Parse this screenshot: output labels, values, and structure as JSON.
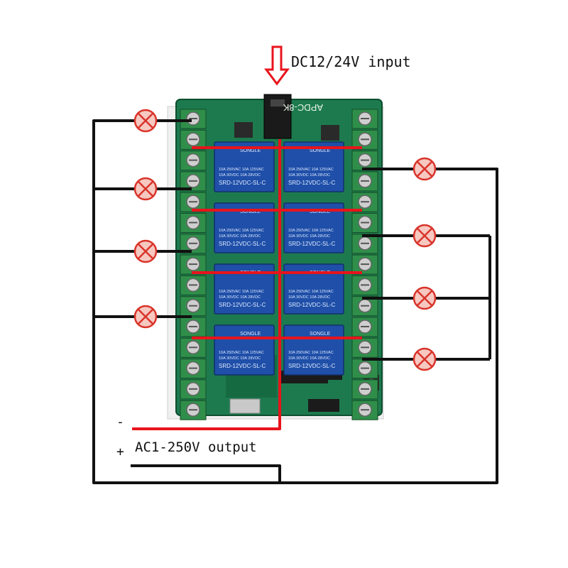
{
  "labels": {
    "input": "DC12/24V input",
    "output": "AC1-250V output",
    "minus": "-",
    "plus": "+"
  },
  "board": {
    "model": "APDC-8K"
  },
  "relays": [
    {
      "brand": "SONGLE",
      "rating1": "10A 250VAC  10A 125VAC",
      "rating2": "10A 30VDC  10A 28VDC",
      "model": "SRD-12VDC-SL-C"
    },
    {
      "brand": "SONGLE",
      "rating1": "10A 250VAC  10A 125VAC",
      "rating2": "10A 30VDC  10A 28VDC",
      "model": "SRD-12VDC-SL-C"
    },
    {
      "brand": "SONGLE",
      "rating1": "10A 250VAC  10A 125VAC",
      "rating2": "10A 30VDC  10A 28VDC",
      "model": "SRD-12VDC-SL-C"
    },
    {
      "brand": "SONGLE",
      "rating1": "10A 250VAC  10A 125VAC",
      "rating2": "10A 30VDC  10A 28VDC",
      "model": "SRD-12VDC-SL-C"
    },
    {
      "brand": "SONGLE",
      "rating1": "10A 250VAC  10A 125VAC",
      "rating2": "10A 30VDC  10A 28VDC",
      "model": "SRD-12VDC-SL-C"
    },
    {
      "brand": "SONGLE",
      "rating1": "10A 250VAC  10A 125VAC",
      "rating2": "10A 30VDC  10A 28VDC",
      "model": "SRD-12VDC-SL-C"
    },
    {
      "brand": "SONGLE",
      "rating1": "10A 250VAC  10A 125VAC",
      "rating2": "10A 30VDC  10A 28VDC",
      "model": "SRD-12VDC-SL-C"
    },
    {
      "brand": "SONGLE",
      "rating1": "10A 250VAC  10A 125VAC",
      "rating2": "10A 30VDC  10A 28VDC",
      "model": "SRD-12VDC-SL-C"
    }
  ],
  "lamp_count": 8,
  "colors": {
    "wire_black": "#111111",
    "wire_red": "#e8141c",
    "board_green": "#1d7a4e",
    "relay_blue": "#1f4fa8",
    "terminal_green": "#2f8f4a",
    "lamp_red": "#d9342b"
  }
}
